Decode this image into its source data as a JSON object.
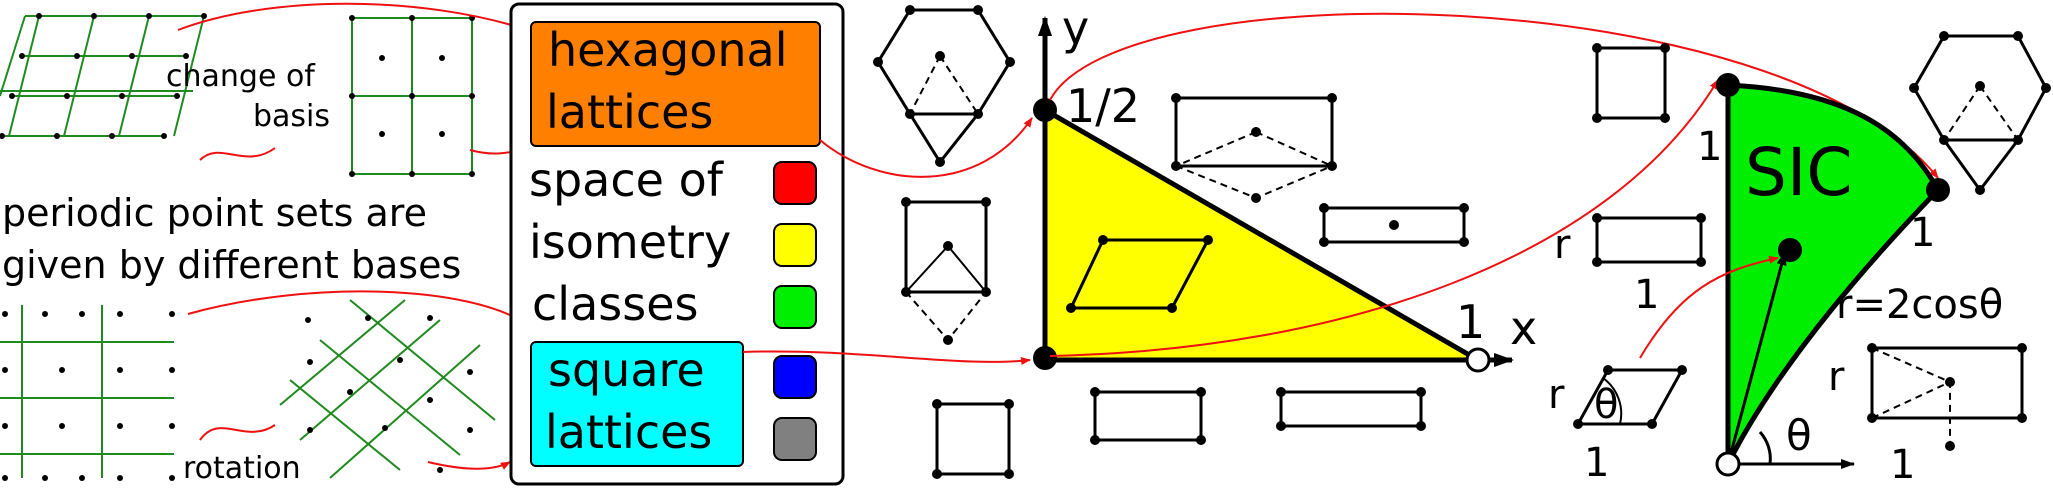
{
  "colors": {
    "green_grid": "#1f8a1f",
    "red_arrow": "#ee1111",
    "hex_box": "#ff7f00",
    "square_box": "#00ffff",
    "yellow": "#ffff00",
    "green": "#00ee00",
    "blue": "#0000ff",
    "gray": "#808080"
  },
  "left": {
    "change_of": "change of",
    "basis": "basis",
    "periodic_line1": "periodic point sets are",
    "periodic_line2": "given by different bases",
    "rotation": "rotation"
  },
  "legend": {
    "hex_line1": "hexagonal",
    "hex_line2": "lattices",
    "space_of": "space of",
    "isometry": "isometry",
    "classes": "classes",
    "square_line1": "square",
    "square_line2": "lattices"
  },
  "triangle": {
    "y_label": "y",
    "x_label": "x",
    "half": "1/2",
    "one": "1"
  },
  "sic": {
    "label": "SIC",
    "one_left": "1",
    "one_right": "1",
    "r": "r",
    "one_bottom": "1",
    "r_lower": "r",
    "theta_lower": "θ",
    "one_lower": "1",
    "theta_origin": "θ",
    "formula": "r=2cosθ",
    "r_right": "r",
    "one_right_rect": "1"
  }
}
